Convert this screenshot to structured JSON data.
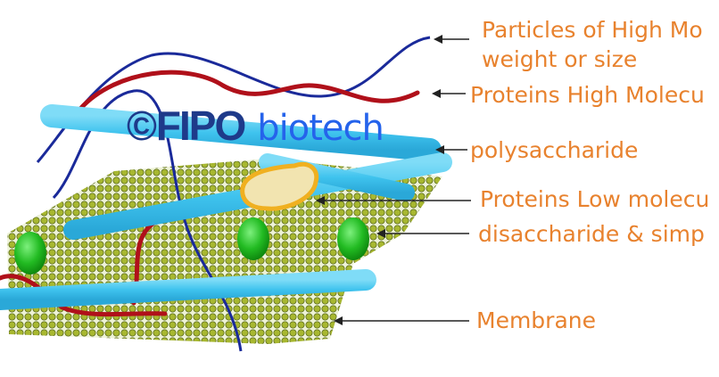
{
  "watermark": {
    "symbol": "©",
    "brand": "FIPO",
    "suffix": "biotech"
  },
  "labels": {
    "particles_line1": "Particles of High Mo",
    "particles_line2": "weight or size",
    "proteins_high": "Proteins High Molecu",
    "polysaccharide": "polysaccharide",
    "proteins_low": "Proteins Low molecu",
    "disaccharide": "disaccharide & simp",
    "membrane": "Membrane"
  },
  "colors": {
    "label_text": "#e8822e",
    "membrane_dots": "#a8b830",
    "membrane_outline": "#5a6b1a",
    "polysaccharide_rod": "#3fc3ee",
    "protein_high_strand": "#b0101a",
    "particle_strand": "#1a2a9a",
    "protein_low_blob": "#f2e4b0",
    "protein_low_outline": "#f0b020",
    "disaccharide_oval": "#22bb22",
    "arrow": "#222222"
  }
}
